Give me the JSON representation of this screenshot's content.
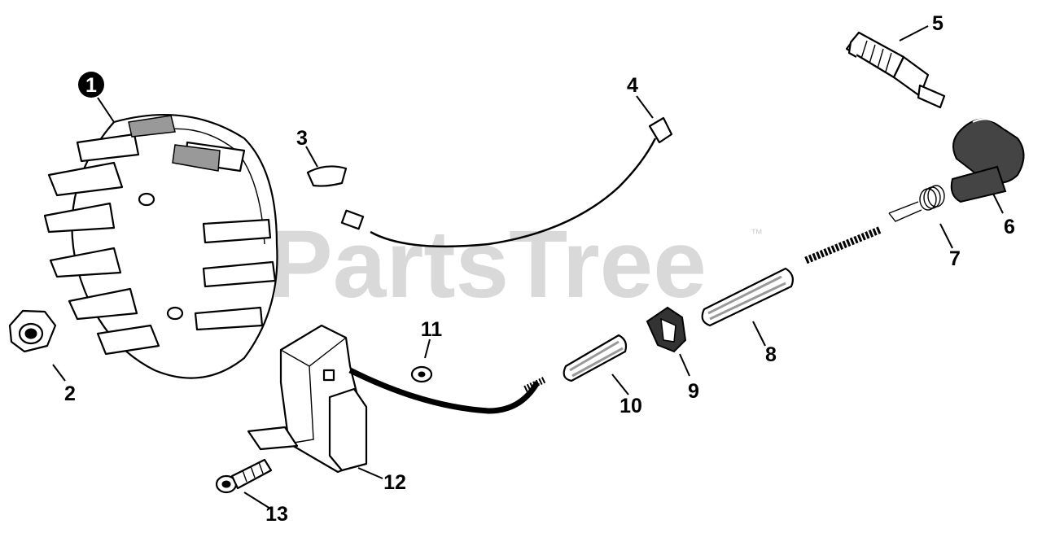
{
  "watermark": {
    "text": "PartsTree",
    "trademark": "™"
  },
  "callouts": [
    {
      "id": "1",
      "highlighted": true
    },
    {
      "id": "2"
    },
    {
      "id": "3"
    },
    {
      "id": "4"
    },
    {
      "id": "5"
    },
    {
      "id": "6"
    },
    {
      "id": "7"
    },
    {
      "id": "8"
    },
    {
      "id": "9"
    },
    {
      "id": "10"
    },
    {
      "id": "11"
    },
    {
      "id": "12"
    },
    {
      "id": "13"
    }
  ]
}
